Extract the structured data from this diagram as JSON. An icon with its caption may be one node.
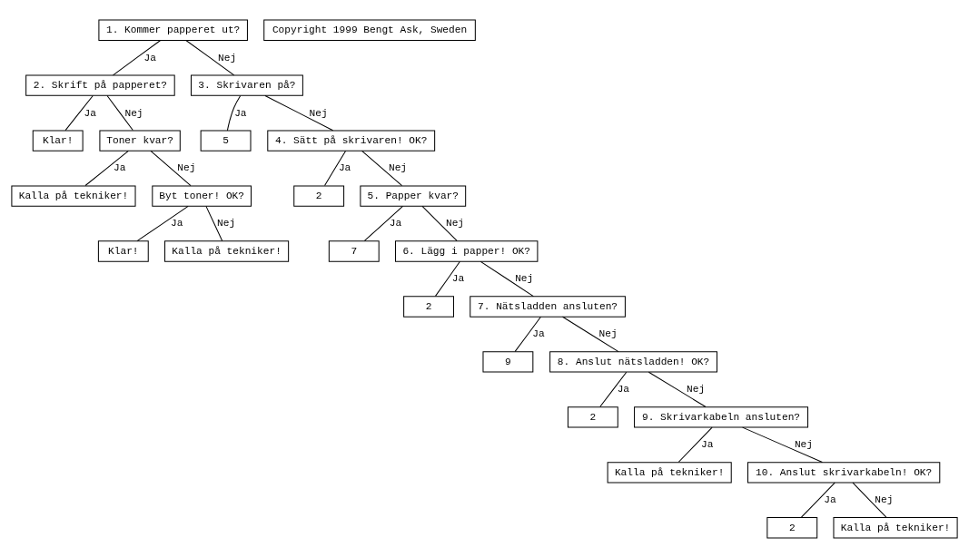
{
  "diagram": {
    "nodes": [
      {
        "text": [
          "1. Kommer papperet ut?"
        ]
      },
      {
        "text": [
          "2. Skrift på papperet?"
        ]
      },
      {
        "text": [
          "3. Skrivaren på?"
        ]
      },
      {
        "text": [
          "Klar!"
        ]
      },
      {
        "text": [
          "Toner kvar?"
        ]
      },
      {
        "text": [
          "5"
        ]
      },
      {
        "text": [
          "4. Sätt på skrivaren! OK?"
        ]
      },
      {
        "text": [
          "Kalla på tekniker!"
        ]
      },
      {
        "text": [
          "Byt toner! OK?"
        ]
      },
      {
        "text": [
          "2"
        ]
      },
      {
        "text": [
          "5. Papper kvar?"
        ]
      },
      {
        "text": [
          "Klar!"
        ]
      },
      {
        "text": [
          "Kalla på tekniker!"
        ]
      },
      {
        "text": [
          "7"
        ]
      },
      {
        "text": [
          "6. Lägg i papper! OK?"
        ]
      },
      {
        "text": [
          "2"
        ]
      },
      {
        "text": [
          "7. Nätsladden ansluten?"
        ]
      },
      {
        "text": [
          "9"
        ]
      },
      {
        "text": [
          "8. Anslut nätsladden! OK?"
        ]
      },
      {
        "text": [
          "2"
        ]
      },
      {
        "text": [
          "9. Skrivarkabeln ansluten?"
        ]
      },
      {
        "text": [
          "Kalla på tekniker!"
        ]
      },
      {
        "text": [
          "10. Anslut skrivarkabeln! OK?"
        ]
      },
      {
        "text": [
          "2"
        ]
      },
      {
        "text": [
          "Kalla på tekniker!"
        ]
      },
      {
        "text": [
          "Copyright 1999 Bengt Ask, Sweden"
        ]
      }
    ],
    "edges": [
      {
        "from": 0,
        "to": 1,
        "arrow": "none",
        "label": "Ja"
      },
      {
        "from": 0,
        "to": 2,
        "arrow": "none",
        "label": "Nej"
      },
      {
        "from": 1,
        "to": 3,
        "arrow": "none",
        "label": "Ja"
      },
      {
        "from": 1,
        "to": 4,
        "arrow": "none",
        "label": "Nej"
      },
      {
        "from": 2,
        "to": 5,
        "arrow": "none",
        "label": "Ja"
      },
      {
        "from": 2,
        "to": 6,
        "arrow": "none",
        "label": "Nej"
      },
      {
        "from": 4,
        "to": 7,
        "arrow": "none",
        "label": "Ja"
      },
      {
        "from": 4,
        "to": 8,
        "arrow": "none",
        "label": "Nej"
      },
      {
        "from": 6,
        "to": 9,
        "arrow": "none",
        "label": "Ja"
      },
      {
        "from": 6,
        "to": 10,
        "arrow": "none",
        "label": "Nej"
      },
      {
        "from": 8,
        "to": 11,
        "arrow": "none",
        "label": "Ja"
      },
      {
        "from": 8,
        "to": 12,
        "arrow": "none",
        "label": "Nej"
      },
      {
        "from": 10,
        "to": 13,
        "arrow": "none",
        "label": "Ja"
      },
      {
        "from": 10,
        "to": 14,
        "arrow": "none",
        "label": "Nej"
      },
      {
        "from": 14,
        "to": 15,
        "arrow": "none",
        "label": "Ja"
      },
      {
        "from": 14,
        "to": 16,
        "arrow": "none",
        "label": "Nej"
      },
      {
        "from": 16,
        "to": 17,
        "arrow": "none",
        "label": "Ja"
      },
      {
        "from": 16,
        "to": 18,
        "arrow": "none",
        "label": "Nej"
      },
      {
        "from": 18,
        "to": 19,
        "arrow": "none",
        "label": "Ja"
      },
      {
        "from": 18,
        "to": 20,
        "arrow": "none",
        "label": "Nej"
      },
      {
        "from": 20,
        "to": 21,
        "arrow": "none",
        "label": "Ja"
      },
      {
        "from": 20,
        "to": 22,
        "arrow": "none",
        "label": "Nej"
      },
      {
        "from": 22,
        "to": 23,
        "arrow": "none",
        "label": "Ja"
      },
      {
        "from": 22,
        "to": 24,
        "arrow": "none",
        "label": "Nej"
      }
    ]
  }
}
